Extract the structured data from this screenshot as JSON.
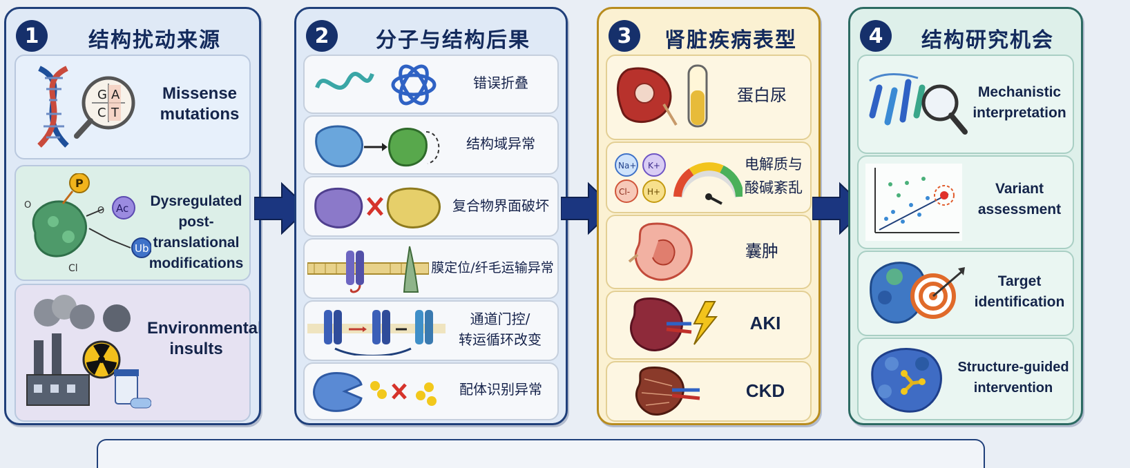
{
  "panels": [
    {
      "number": "1",
      "title": "结构扰动来源",
      "items": [
        {
          "label_lines": [
            "Missense",
            "mutations"
          ],
          "icon": "dna-magnifier-icon",
          "bases": [
            "G",
            "A",
            "C",
            "T"
          ]
        },
        {
          "label_lines": [
            "Dysregulated",
            "post-translational",
            "modifications"
          ],
          "icon": "protein-ptm-icon",
          "tags": [
            "P",
            "Ac",
            "Ub",
            "O",
            "O",
            "Cl"
          ]
        },
        {
          "label_lines": [
            "Environmental",
            "insults"
          ],
          "icon": "factory-radiation-drug-icon"
        }
      ]
    },
    {
      "number": "2",
      "title": "分子与结构后果",
      "items": [
        {
          "label_lines": [
            "错误折叠"
          ],
          "icon": "misfolding-icon"
        },
        {
          "label_lines": [
            "结构域异常"
          ],
          "icon": "domain-abnormality-icon"
        },
        {
          "label_lines": [
            "复合物界面破坏"
          ],
          "icon": "complex-interface-icon"
        },
        {
          "label_lines": [
            "膜定位/纤毛运输异常"
          ],
          "icon": "membrane-cilia-icon"
        },
        {
          "label_lines": [
            "通道门控/",
            "转运循环改变"
          ],
          "icon": "channel-gating-icon"
        },
        {
          "label_lines": [
            "配体识别异常"
          ],
          "icon": "ligand-recognition-icon"
        }
      ]
    },
    {
      "number": "3",
      "title": "肾脏疾病表型",
      "items": [
        {
          "label_lines": [
            "蛋白尿"
          ],
          "icon": "kidney-urine-tube-icon"
        },
        {
          "label_lines": [
            "电解质与",
            "酸碱紊乱"
          ],
          "icon": "electrolyte-gauge-icon",
          "ions": [
            "Na+",
            "K+",
            "Cl-",
            "H+"
          ]
        },
        {
          "label_lines": [
            "囊肿"
          ],
          "icon": "cystic-kidney-icon"
        },
        {
          "label_lines": [
            "AKI"
          ],
          "icon": "kidney-lightning-icon"
        },
        {
          "label_lines": [
            "CKD"
          ],
          "icon": "fibrotic-kidney-icon"
        }
      ]
    },
    {
      "number": "4",
      "title": "结构研究机会",
      "items": [
        {
          "label_lines": [
            "Mechanistic",
            "interpretation"
          ],
          "icon": "protein-magnifier-icon"
        },
        {
          "label_lines": [
            "Variant",
            "assessment"
          ],
          "icon": "scatter-plot-icon"
        },
        {
          "label_lines": [
            "Target",
            "identification"
          ],
          "icon": "protein-target-icon"
        },
        {
          "label_lines": [
            "Structure-guided",
            "intervention"
          ],
          "icon": "protein-ligand-icon"
        }
      ]
    }
  ],
  "colors": {
    "navy": "#16306b",
    "panel_blue": "#dfe9f6",
    "panel_yellow": "#fbf1d2",
    "panel_teal": "#def0ea",
    "arrow": "#1b3680"
  }
}
